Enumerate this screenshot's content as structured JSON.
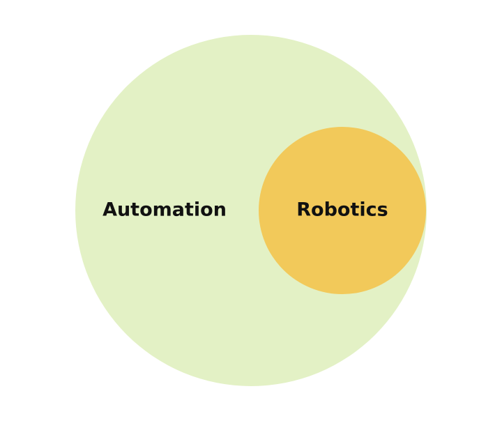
{
  "diagram": {
    "type": "nested-sets",
    "outer_set": {
      "label": "Automation",
      "color": "#e3f1c5"
    },
    "inner_set": {
      "label": "Robotics",
      "color": "#f2c95a"
    },
    "relationship": "Robotics is a subset of Automation"
  }
}
